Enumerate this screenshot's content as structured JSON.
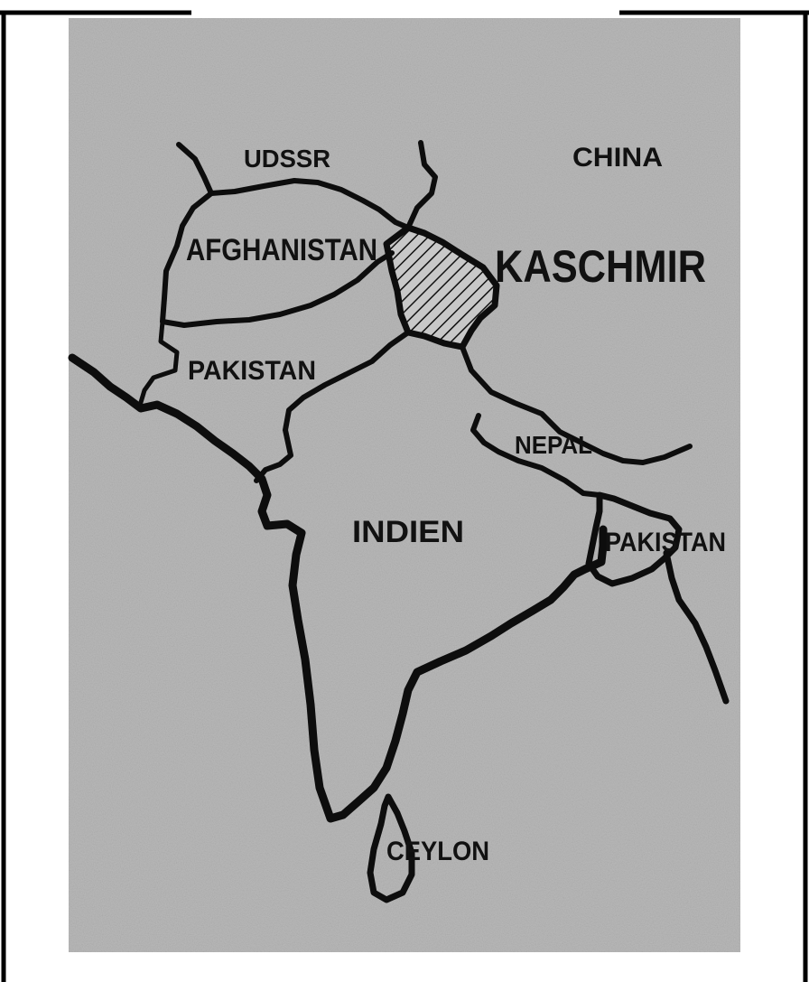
{
  "map": {
    "labels": {
      "udssr": "UDSSR",
      "china": "CHINA",
      "afghanistan": "AFGHANISTAN",
      "kaschmir": "KASCHMIR",
      "pakistan_west": "PAKISTAN",
      "nepal": "NEPAL",
      "indien": "INDIEN",
      "pakistan_east": "PAKISTAN",
      "ceylon": "CEYLON"
    },
    "colors": {
      "land_fill": "#b9b9b9",
      "outline": "#0d0d0d",
      "frame": "#000000",
      "paper": "#ffffff"
    },
    "highlighted_region": "kaschmir",
    "highlight_pattern": "diagonal-hatch"
  }
}
